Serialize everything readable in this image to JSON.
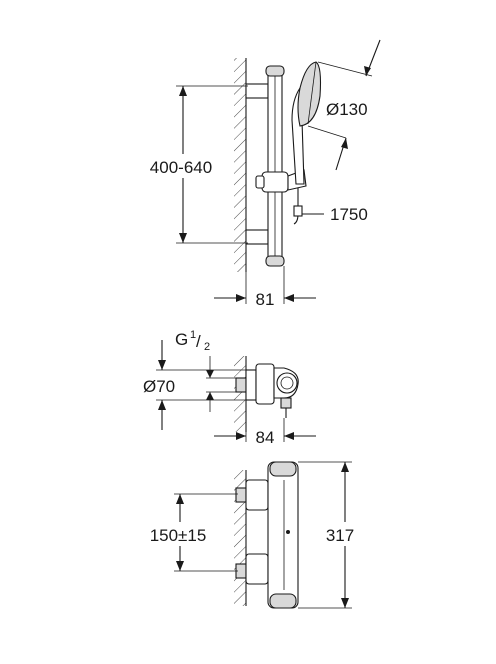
{
  "diagram": {
    "top_view": {
      "height_range_label": "400-640",
      "head_diameter_label": "Ø130",
      "hose_length_label": "1750",
      "wall_offset_label": "81"
    },
    "middle_view": {
      "thread_label_main": "G",
      "thread_label_num": "1",
      "thread_label_den": "2",
      "rosette_diameter_label": "Ø70",
      "projection_label": "84"
    },
    "bottom_view": {
      "inlet_spacing_label": "150±15",
      "body_length_label": "317"
    }
  }
}
